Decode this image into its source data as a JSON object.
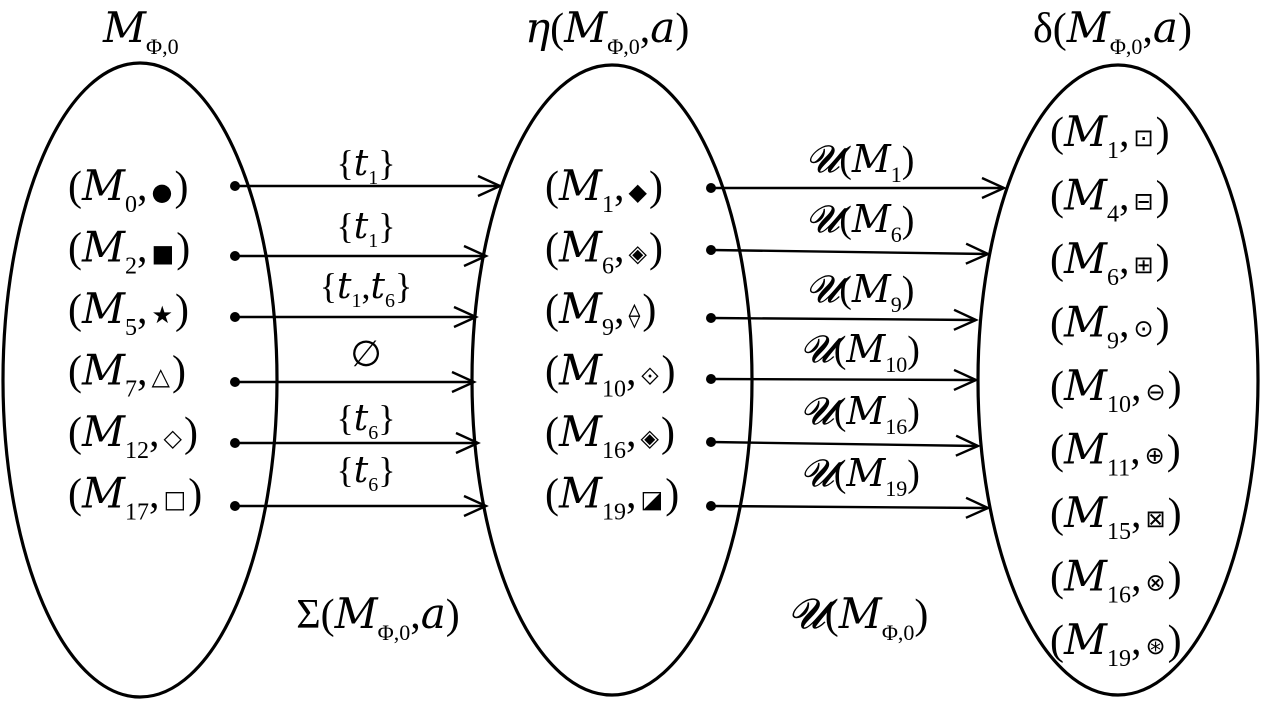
{
  "titles": {
    "left": {
      "main": "M",
      "sub": "Φ,0"
    },
    "middle": {
      "func": "η",
      "main": "M",
      "sub": "Φ,0",
      "arg": "a"
    },
    "right": {
      "func": "δ",
      "main": "M",
      "sub": "Φ,0",
      "arg": "a"
    }
  },
  "left_set": [
    {
      "sub": "0",
      "symbol": "●"
    },
    {
      "sub": "2",
      "symbol": "■"
    },
    {
      "sub": "5",
      "symbol": "★"
    },
    {
      "sub": "7",
      "symbol": "△"
    },
    {
      "sub": "12",
      "symbol": "◇"
    },
    {
      "sub": "17",
      "symbol": "□"
    }
  ],
  "middle_set": [
    {
      "sub": "1",
      "symbol": "◆"
    },
    {
      "sub": "6",
      "symbol": "◈"
    },
    {
      "sub": "9",
      "symbol": "⟠"
    },
    {
      "sub": "10",
      "symbol": "⟐"
    },
    {
      "sub": "16",
      "symbol": "◈"
    },
    {
      "sub": "19",
      "symbol": "◪"
    }
  ],
  "right_set": [
    {
      "sub": "1",
      "symbol": "⊡"
    },
    {
      "sub": "4",
      "symbol": "⊟"
    },
    {
      "sub": "6",
      "symbol": "⊞"
    },
    {
      "sub": "9",
      "symbol": "⊙"
    },
    {
      "sub": "10",
      "symbol": "⊖"
    },
    {
      "sub": "11",
      "symbol": "⊕"
    },
    {
      "sub": "15",
      "symbol": "⊠"
    },
    {
      "sub": "16",
      "symbol": "⊗"
    },
    {
      "sub": "19",
      "symbol": "⊛"
    }
  ],
  "left_edges": [
    {
      "label": [
        "t",
        "1"
      ]
    },
    {
      "label": [
        "t",
        "1"
      ]
    },
    {
      "label": [
        "t",
        "1",
        "t",
        "6"
      ]
    },
    {
      "label": "∅"
    },
    {
      "label": [
        "t",
        "6"
      ]
    },
    {
      "label": [
        "t",
        "6"
      ]
    }
  ],
  "right_edges": [
    {
      "func": "𝓤",
      "main": "M",
      "sub": "1"
    },
    {
      "func": "𝓤",
      "main": "M",
      "sub": "6"
    },
    {
      "func": "𝓤",
      "main": "M",
      "sub": "9"
    },
    {
      "func": "𝓤",
      "main": "M",
      "sub": "10"
    },
    {
      "func": "𝓤",
      "main": "M",
      "sub": "16"
    },
    {
      "func": "𝓤",
      "main": "M",
      "sub": "19"
    }
  ],
  "bottom_labels": {
    "sigma": {
      "func": "Σ",
      "main": "M",
      "sub": "Φ,0",
      "arg": "a"
    },
    "union": {
      "func": "𝓤",
      "main": "M",
      "sub": "Φ,0"
    }
  }
}
